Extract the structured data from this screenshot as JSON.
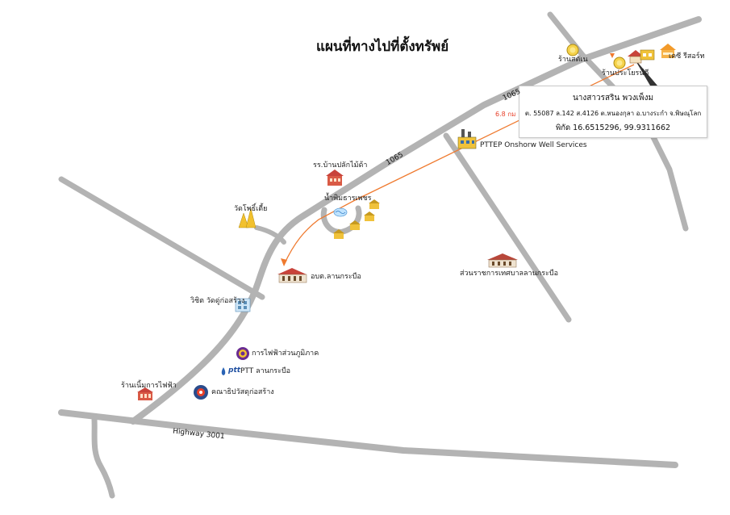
{
  "title": "แผนที่ทางไปที่ตั้งทรัพย์",
  "info_box": {
    "name": "นางสาวรสริน พวงเพ็งม",
    "address": "ต. 55087 ล.142 ส.4126 ต.หนองกุลา อ.บางระกำ จ.พิษณุโลก",
    "coordinates": "พิกัด 16.6515296, 99.9311662"
  },
  "roads": {
    "route_1065_a": "1065",
    "route_1065_b": "1065",
    "highway_3001": "Highway 3001"
  },
  "distance": "6.8 กม",
  "places": {
    "shop_top": "ร้านสตัเน",
    "shop_price": "ร้านประโยรน์ดี",
    "resort": "เคซี รีสอร์ท",
    "pttep": "PTTEP Onshorw Well Services",
    "school": "รร.บ้านปลักไม้ด้า",
    "pond": "น้ำพิมธารเพชร",
    "temple": "วัดโพธิ์เตี้ย",
    "sao": "อบต.ลานกระบือ",
    "municipal": "ส่วนราชการเทศบาลลานกระบือ",
    "clinic": "วิชิต วัดดู่ก่อสร้าง",
    "pea": "การไฟฟ้าส่วนภูมิภาค",
    "ptt_brand": "ptt",
    "ptt": "PTT ลานกระบือ",
    "shop_electric": "ร้านเนิ้มการไฟฟ้า",
    "committee": "คณาธิปวัสดุก่อสร้าง"
  },
  "colors": {
    "road": "#b3b3b3",
    "route": "#ef7a2f",
    "distance_text": "#e8402a",
    "building_red": "#c8433a",
    "house_yellow": "#f0c23a"
  }
}
